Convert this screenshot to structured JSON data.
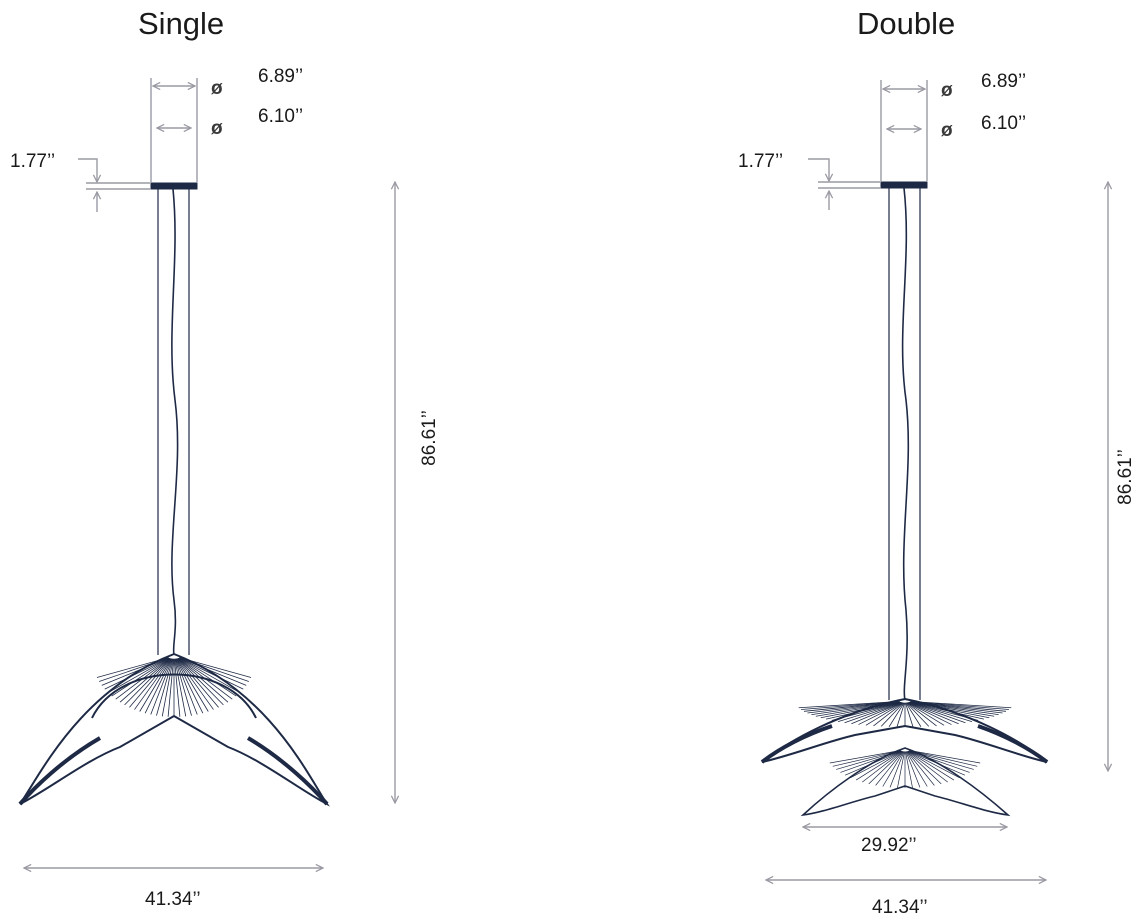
{
  "titles": {
    "single": "Single",
    "double": "Double"
  },
  "single": {
    "canopy_outer_diameter": "6.89’’",
    "canopy_inner_diameter": "6.10’’",
    "canopy_height": "1.77’’",
    "overall_height": "86.61’’",
    "shade_width": "41.34’’",
    "diameter_symbol": "ø"
  },
  "double": {
    "canopy_outer_diameter": "6.89’’",
    "canopy_inner_diameter": "6.10’’",
    "canopy_height": "1.77’’",
    "overall_height": "86.61’’",
    "inner_shade_width": "29.92’’",
    "outer_shade_width": "41.34’’",
    "diameter_symbol": "ø"
  },
  "colors": {
    "lamp_stroke": "#1e2a45",
    "dimension_line": "#9a9aa4"
  }
}
